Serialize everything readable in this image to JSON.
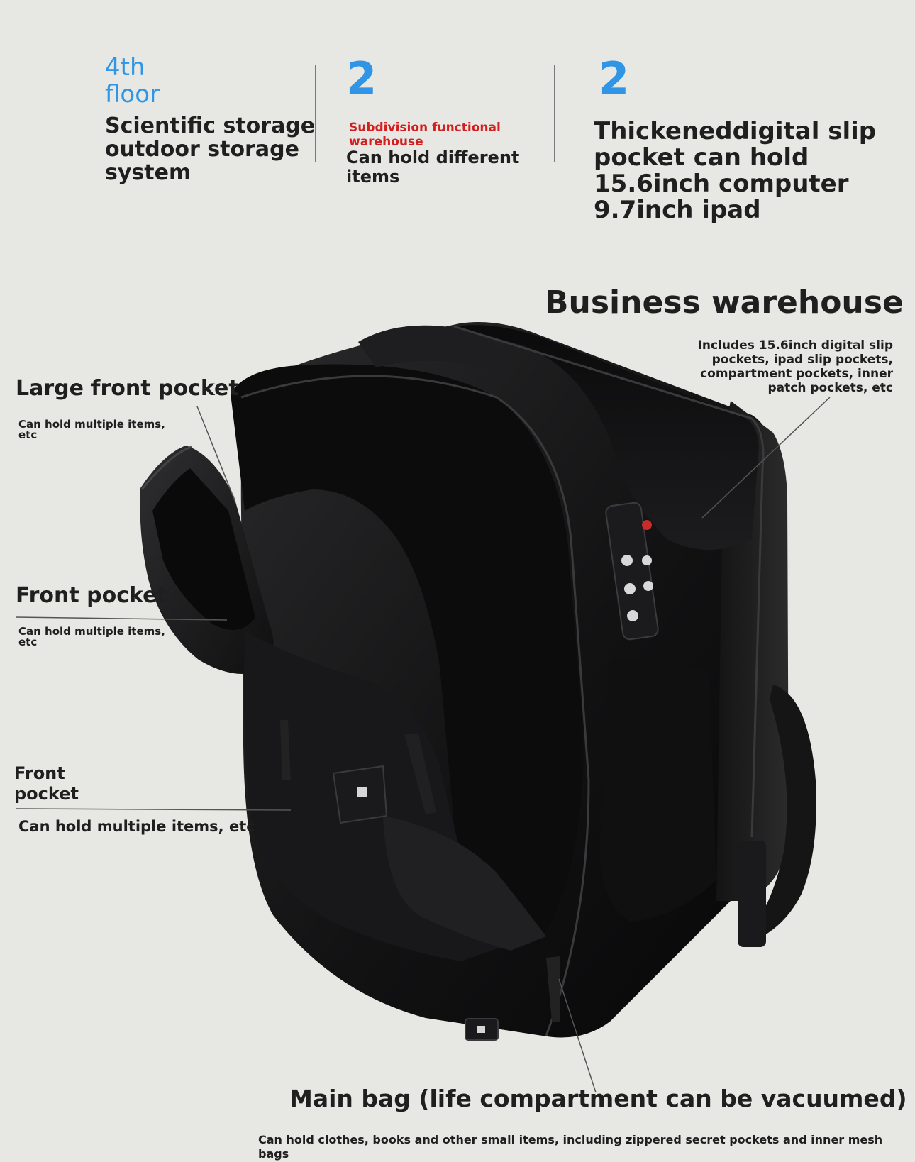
{
  "header": {
    "col1": {
      "highlight": "4th\nfloor",
      "text": "Scientific storage\noutdoor storage\nsystem"
    },
    "col2": {
      "number": "2",
      "red_text": "Subdivision functional\nwarehouse",
      "text": "Can hold different\nitems"
    },
    "col3": {
      "number": "2",
      "text": "Thickeneddigital slip\npocket can hold\n15.6inch computer\n9.7inch ipad"
    }
  },
  "labels": {
    "business_warehouse": {
      "title": "Business warehouse",
      "desc": "Includes 15.6inch digital slip\npockets, ipad slip pockets,\ncompartment pockets, inner\npatch pockets, etc"
    },
    "large_front_pocket": {
      "title": "Large front pocket",
      "desc": "Can hold multiple items,\netc"
    },
    "front_pocket_1": {
      "title": "Front pocket",
      "desc": "Can hold multiple items,\netc"
    },
    "front_pocket_2": {
      "title": "Front\npocket",
      "desc": "Can hold multiple items, etc"
    },
    "main_bag": {
      "title": "Main bag (life compartment can be vacuumed)",
      "desc": "Can hold clothes, books and other small items, including zippered secret pockets and inner mesh bags"
    }
  },
  "colors": {
    "accent_blue": "#2f95e4",
    "accent_red": "#d21f1f",
    "background": "#e7e7e4",
    "text": "#1f1f1f"
  }
}
